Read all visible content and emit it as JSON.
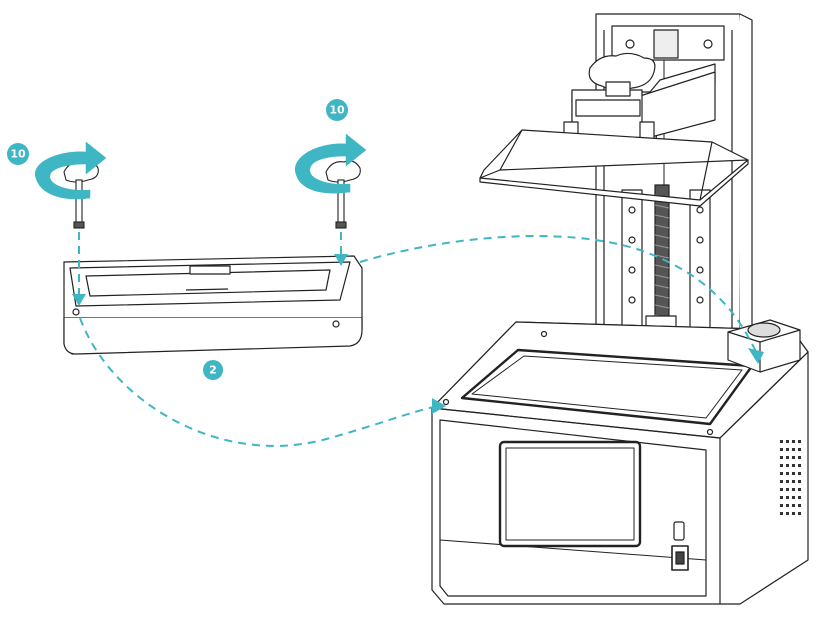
{
  "colors": {
    "accent": "#3fb6c4",
    "line": "#222222",
    "fill": "#ffffff"
  },
  "badges": {
    "torque_left": "10",
    "torque_right": "10",
    "step": "2"
  },
  "icons": {
    "rotate": "rotate-arrow-icon",
    "screw": "thumb-screw-icon"
  }
}
